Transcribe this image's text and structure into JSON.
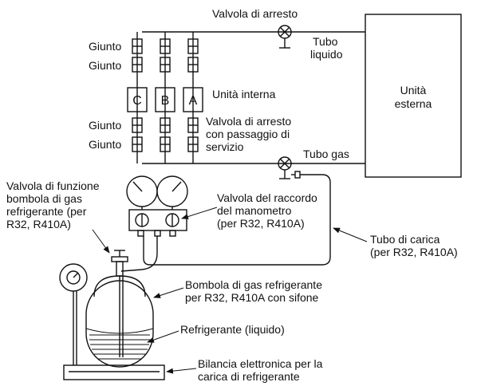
{
  "labels": {
    "shutoff_valve_top": "Valvola di arresto",
    "liquid_pipe_1": "Tubo",
    "liquid_pipe_2": "liquido",
    "joint_1": "Giunto",
    "joint_2": "Giunto",
    "joint_3": "Giunto",
    "joint_4": "Giunto",
    "unit_c": "C",
    "unit_b": "B",
    "unit_a": "A",
    "indoor_unit": "Unità interna",
    "outdoor_unit_1": "Unità",
    "outdoor_unit_2": "esterna",
    "service_valve_1": "Valvola di arresto",
    "service_valve_2": "con passaggio di",
    "service_valve_3": "servizio",
    "gas_pipe": "Tubo gas",
    "cylinder_valve_1": "Valvola di funzione",
    "cylinder_valve_2": "bombola di gas",
    "cylinder_valve_3": "refrigerante (per",
    "cylinder_valve_4": "R32, R410A)",
    "gauge_manifold_1": "Valvola del raccordo",
    "gauge_manifold_2": "del manometro",
    "gauge_manifold_3": "(per R32, R410A)",
    "charge_hose_1": "Tubo di carica",
    "charge_hose_2": "(per R32, R410A)",
    "cylinder_1": "Bombola di gas refrigerante",
    "cylinder_2": "per R32, R410A con sifone",
    "refrigerant": "Refrigerante (liquido)",
    "scale_1": "Bilancia elettronica per la",
    "scale_2": "carica di refrigerante"
  }
}
